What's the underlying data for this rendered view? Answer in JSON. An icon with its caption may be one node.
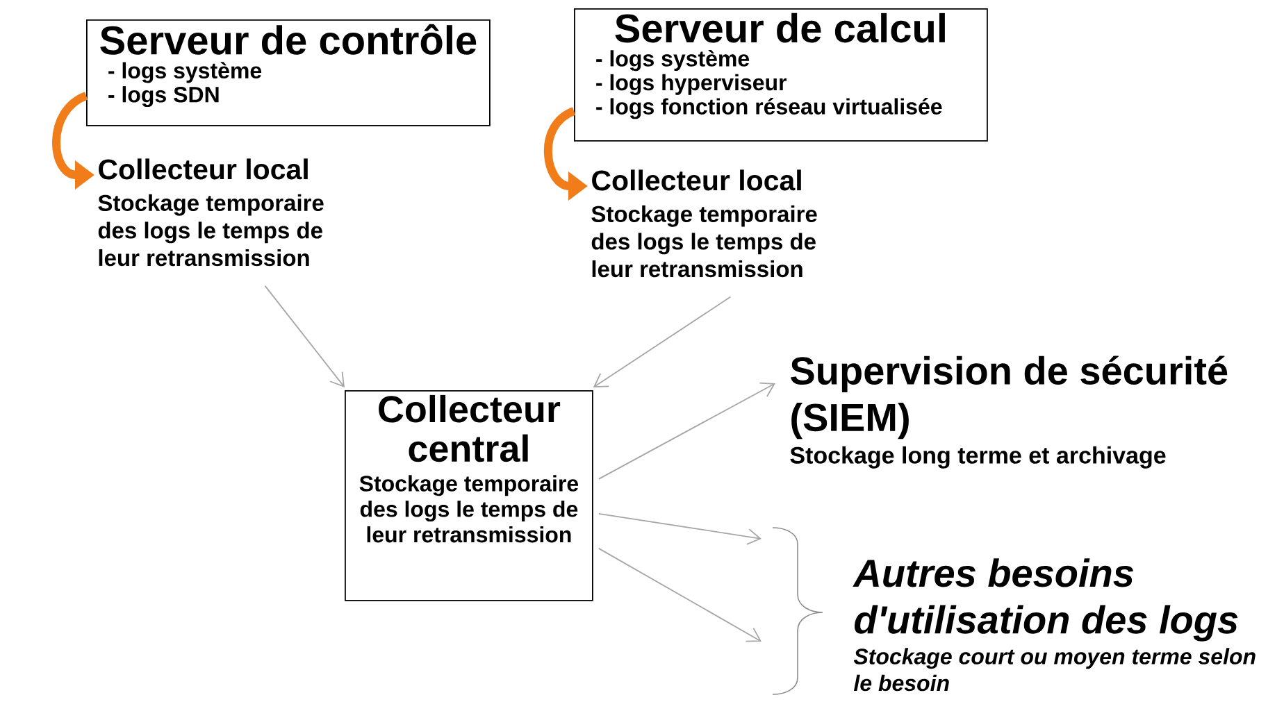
{
  "diagram": {
    "nodes": [
      {
        "text": [
          "Serveur de contrôle",
          "- logs système",
          "- logs SDN"
        ]
      },
      {
        "text": [
          "Collecteur local",
          "Stockage temporaire des logs le temps de leur retransmission"
        ]
      },
      {
        "text": [
          "Serveur de calcul",
          "- logs système",
          "- logs hyperviseur",
          "- logs fonction réseau virtualisée"
        ]
      },
      {
        "text": [
          "Collecteur local",
          "Stockage temporaire des logs le temps de leur retransmission"
        ]
      },
      {
        "text": [
          "Collecteur central",
          "Stockage temporaire des logs le temps de leur retransmission"
        ]
      },
      {
        "text": [
          "Supervision de sécurité (SIEM)",
          "Stockage long terme et archivage"
        ]
      },
      {
        "text": [
          "Autres besoins d'utilisation des logs",
          "Stockage court ou moyen terme selon le besoin"
        ]
      }
    ],
    "edges": [
      {
        "from": 0,
        "to": 1,
        "arrow": "to",
        "style": "thick",
        "color": "#f07d19"
      },
      {
        "from": 2,
        "to": 3,
        "arrow": "to",
        "style": "thick",
        "color": "#f07d19"
      },
      {
        "from": 1,
        "to": 4,
        "arrow": "to"
      },
      {
        "from": 3,
        "to": 4,
        "arrow": "to"
      },
      {
        "from": 4,
        "to": 5,
        "arrow": "to"
      },
      {
        "from": 4,
        "to": 6,
        "arrow": "to"
      },
      {
        "from": 4,
        "to": 6,
        "arrow": "to"
      }
    ]
  }
}
